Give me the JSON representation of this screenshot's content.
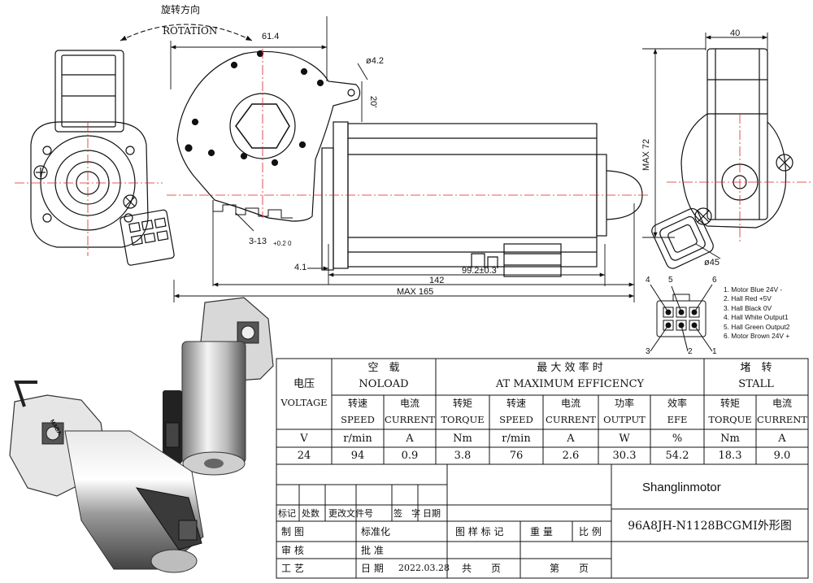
{
  "rotation": {
    "cn": "旋转方向",
    "en": "ROTATION"
  },
  "dims": {
    "d_61_4": "61.4",
    "d_phi42": "ø4.2",
    "d_20": "20'",
    "d_3_13": "3-13",
    "d_3_13_tol": "+0.2 0",
    "d_4_1": "4.1",
    "d_99_2": "99.2±0.3",
    "d_142": "142",
    "d_max165": "MAX 165",
    "d_40": "40",
    "d_max72": "MAX 72",
    "d_phi45": "ø45"
  },
  "connector": {
    "pins_top": [
      "4",
      "5",
      "6"
    ],
    "pins_bottom": [
      "3",
      "2",
      "1"
    ],
    "legend": [
      "1. Motor Blue 24V -",
      "2. Hall Red +5V",
      "3. Hall Black 0V",
      "4. Hall White Output1",
      "5. Hall Green Output2",
      "6. Motor Brown 24V +"
    ]
  },
  "spec_table": {
    "voltage_cn": "电压",
    "voltage_en": "VOLTAGE",
    "noload_cn": "空　载",
    "noload_en": "NOLOAD",
    "maxeff_cn": "最 大 效 率 时",
    "maxeff_en": "AT MAXIMUM EFFICENCY",
    "stall_cn": "堵　转",
    "stall_en": "STALL",
    "sub_cn": [
      "转速",
      "电流",
      "转矩",
      "转速",
      "电流",
      "功率",
      "效率",
      "转矩",
      "电流"
    ],
    "sub_en": [
      "SPEED",
      "CURRENT",
      "TORQUE",
      "SPEED",
      "CURRENT",
      "OUTPUT",
      "EFE",
      "TORQUE",
      "CURRENT"
    ],
    "units": [
      "V",
      "r/min",
      "A",
      "Nm",
      "r/min",
      "A",
      "W",
      "%",
      "Nm",
      "A"
    ],
    "values": [
      "24",
      "94",
      "0.9",
      "3.8",
      "76",
      "2.6",
      "30.3",
      "54.2",
      "18.3",
      "9.0"
    ]
  },
  "title_block": {
    "brand": "Shanglinmotor",
    "model": "96A8JH-N1128BCGMI外形图",
    "rev_header": [
      "标记",
      "处数",
      "更改文件号",
      "签　字",
      "日期"
    ],
    "rows": [
      {
        "a": "制 图",
        "b": "标准化"
      },
      {
        "a": "审 核",
        "b": "批 准"
      },
      {
        "a": "工 艺",
        "b": "日 期",
        "date": "2022.03.28"
      }
    ],
    "mid_labels": [
      "图 样 标 记",
      "重 量",
      "比 例"
    ],
    "sheet": [
      "共　　页",
      "第　　页"
    ]
  },
  "photo": {
    "marking": "MABA"
  }
}
